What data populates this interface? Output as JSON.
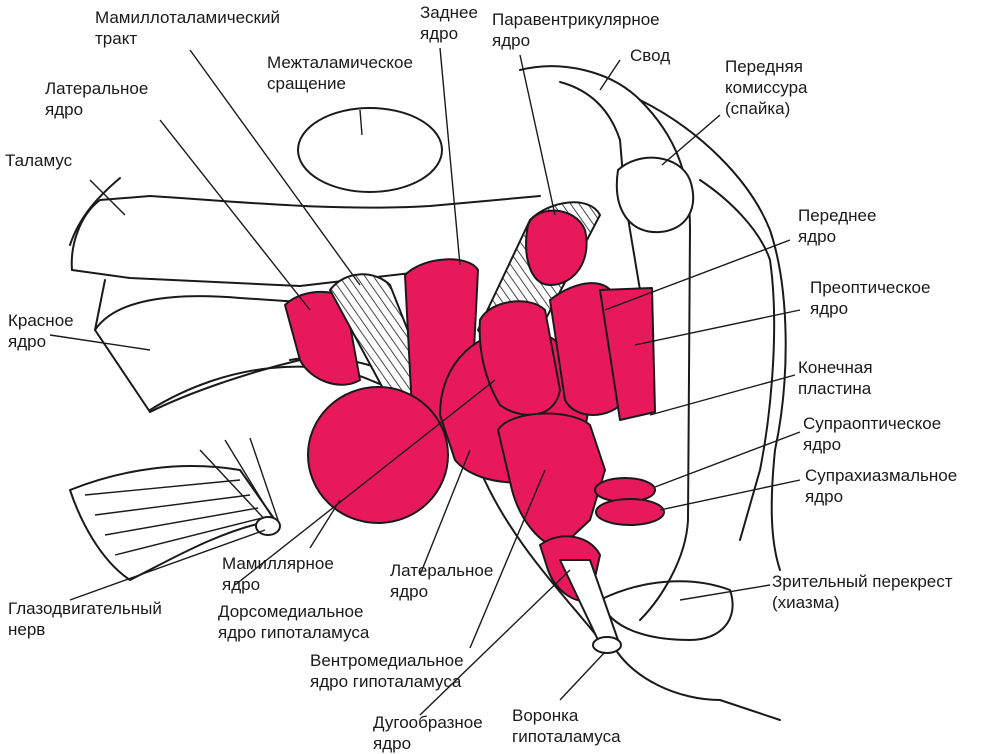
{
  "colors": {
    "nucleus": "#e8195b",
    "outline": "#1a1a1a",
    "background": "#ffffff"
  },
  "labels": {
    "mamillothalamic_tract": [
      "Мамиллоталамический",
      "тракт"
    ],
    "posterior_nucleus": [
      "Заднее",
      "ядро"
    ],
    "paraventricular_nucleus": [
      "Паравентрикулярное",
      "ядро"
    ],
    "fornix": [
      "Свод"
    ],
    "interthalamic_adhesion": [
      "Межталамическое",
      "сращение"
    ],
    "anterior_commissure": [
      "Передняя",
      "комиссура",
      "(спайка)"
    ],
    "lateral_nucleus_top": [
      "Латеральное",
      "ядро"
    ],
    "thalamus": [
      "Таламус"
    ],
    "anterior_nucleus": [
      "Переднее",
      "ядро"
    ],
    "preoptic_nucleus": [
      "Преоптическое",
      "ядро"
    ],
    "red_nucleus": [
      "Красное",
      "ядро"
    ],
    "lamina_terminalis": [
      "Конечная",
      "пластина"
    ],
    "supraoptic_nucleus": [
      "Супраоптическое",
      "ядро"
    ],
    "suprachiasmatic_nucleus": [
      "Супрахиазмальное",
      "ядро"
    ],
    "mamillary_nucleus": [
      "Мамиллярное",
      "ядро"
    ],
    "lateral_nucleus_bottom": [
      "Латеральное",
      "ядро"
    ],
    "dorsomedial_nucleus": [
      "Дорсомедиальное",
      "ядро гипоталамуса"
    ],
    "optic_chiasm": [
      "Зрительный перекрест",
      "(хиазма)"
    ],
    "oculomotor_nerve": [
      "Глазодвигательный",
      "нерв"
    ],
    "ventromedial_nucleus": [
      "Вентромедиальное",
      "ядро гипоталамуса"
    ],
    "arcuate_nucleus": [
      "Дугообразное",
      "ядро"
    ],
    "infundibulum": [
      "Воронка",
      "гипоталамуса"
    ]
  }
}
